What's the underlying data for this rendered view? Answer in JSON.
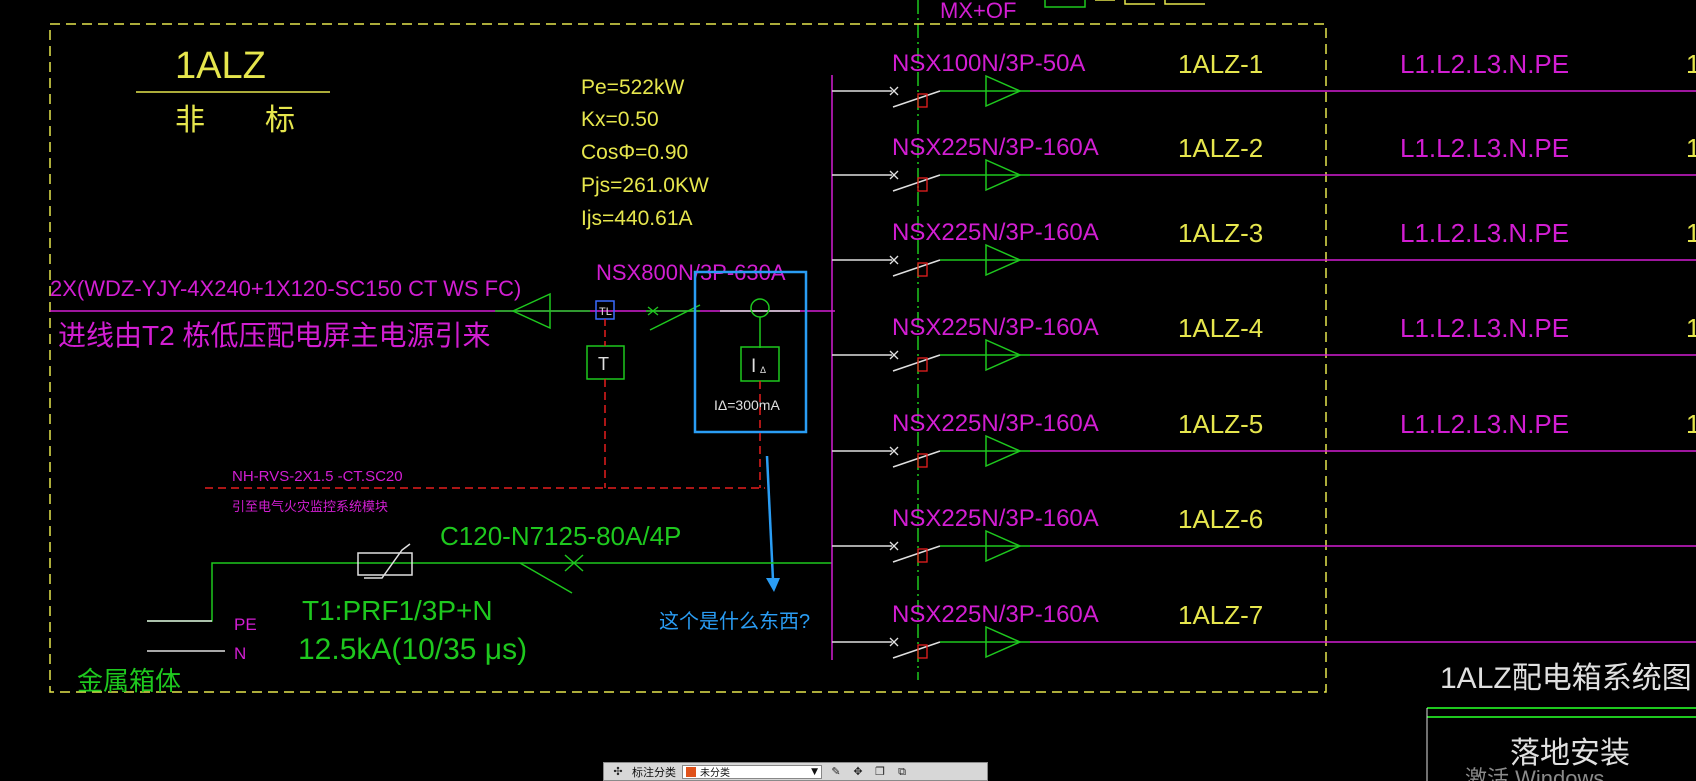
{
  "colors": {
    "background": "#000000",
    "frame": "#e6e64d",
    "yellow_text": "#e6e64d",
    "magenta": "#d21ed2",
    "green": "#1ec81e",
    "red": "#e61e1e",
    "cyan_white": "#e0e0e0",
    "annotation_blue": "#2a9df4"
  },
  "panel": {
    "name": "1ALZ",
    "subtitle": "非　　标",
    "enclosure_label": "金属箱体"
  },
  "load_calc": {
    "pe": "Pe=522kW",
    "kx": "Kx=0.50",
    "cos": "CosΦ=0.90",
    "pjs": "Pjs=261.0KW",
    "ijs": "Ijs=440.61A"
  },
  "incoming": {
    "cable": "2X(WDZ-YJY-4X240+1X120-SC150   CT WS FC)",
    "source": "进线由T2 栋低压配电屏主电源引来",
    "main_breaker": "NSX800N/3P-630A",
    "tl_label": "TL",
    "t_box": "T",
    "ia_box": "I",
    "ia_sub": "Δ",
    "residual": "IΔ=300mA"
  },
  "fire_alarm": {
    "cable": "NH-RVS-2X1.5  -CT.SC20",
    "note": "引至电气火灾监控系统模块"
  },
  "spd": {
    "breaker": "C120-N7125-80A/4P",
    "type": "T1:PRF1/3P+N",
    "rating": "12.5kA(10/35 μs)",
    "pe": "PE",
    "n": "N"
  },
  "top_cutoff": {
    "text": "MX+OF"
  },
  "annotation": {
    "question": "这个是什么东西?"
  },
  "circuits": [
    {
      "breaker": "NSX100N/3P-50A",
      "id": "1ALZ-1",
      "phases": "L1.L2.L3.N.PE",
      "end": "1"
    },
    {
      "breaker": "NSX225N/3P-160A",
      "id": "1ALZ-2",
      "phases": "L1.L2.L3.N.PE",
      "end": "1"
    },
    {
      "breaker": "NSX225N/3P-160A",
      "id": "1ALZ-3",
      "phases": "L1.L2.L3.N.PE",
      "end": "1"
    },
    {
      "breaker": "NSX225N/3P-160A",
      "id": "1ALZ-4",
      "phases": "L1.L2.L3.N.PE",
      "end": "1"
    },
    {
      "breaker": "NSX225N/3P-160A",
      "id": "1ALZ-5",
      "phases": "L1.L2.L3.N.PE",
      "end": "1"
    },
    {
      "breaker": "NSX225N/3P-160A",
      "id": "1ALZ-6",
      "phases": "",
      "end": ""
    },
    {
      "breaker": "NSX225N/3P-160A",
      "id": "1ALZ-7",
      "phases": "",
      "end": ""
    }
  ],
  "title_block": {
    "title": "1ALZ配电箱系统图",
    "install": "落地安装",
    "watermark": "激活 Windows"
  },
  "toolbar": {
    "label": "标注分类",
    "select_value": "未分类"
  }
}
